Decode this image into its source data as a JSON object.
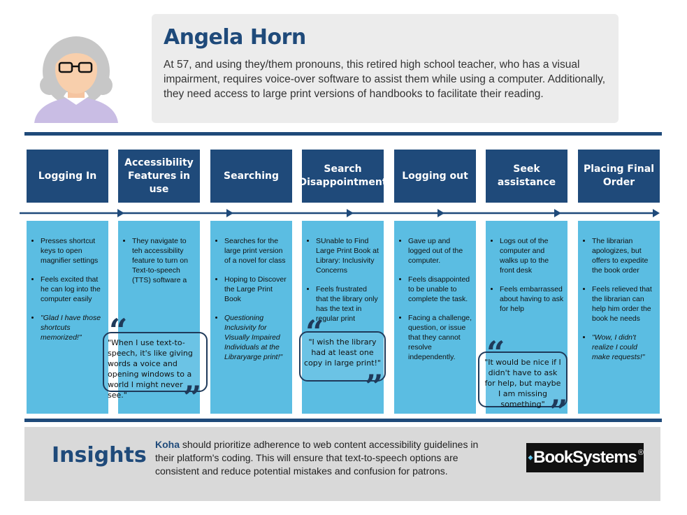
{
  "persona": {
    "name": "Angela Horn",
    "description": "At 57, and using they/them pronouns, this retired high school teacher, who has a visual impairment, requires voice-over software to assist them while using a computer. Additionally, they need access to large print versions of handbooks to facilitate their reading."
  },
  "stages": [
    {
      "label": "Logging In"
    },
    {
      "label": "Accessibility Features in use"
    },
    {
      "label": "Searching"
    },
    {
      "label": "Search Disappointment"
    },
    {
      "label": "Logging out"
    },
    {
      "label": "Seek assistance"
    },
    {
      "label": "Placing Final Order"
    }
  ],
  "columns": [
    {
      "items": [
        "Presses shortcut keys to open magnifier settings",
        "Feels excited that he can log into the computer easily",
        "\"Glad I have those shortcuts memorized!\""
      ]
    },
    {
      "items": [
        "They navigate to teh accessibility feature to turn on Text-to-speech (TTS) software a"
      ]
    },
    {
      "items": [
        "Searches for the large print version of a novel for class",
        "Hoping to Discover the Large Print Book",
        "Questioning Inclusivity for Visually Impaired Individuals at the Libraryarge print!\""
      ]
    },
    {
      "items": [
        "SUnable to Find Large Print Book at Library: Inclusivity Concerns",
        "Feels frustrated that the library only has the text in regular print"
      ]
    },
    {
      "items": [
        "Gave up and logged out of the computer.",
        "Feels disappointed to be unable to complete the task.",
        "Facing a challenge, question, or issue that they cannot resolve independently."
      ]
    },
    {
      "items": [
        "Logs out of the computer and walks up to the front desk",
        "Feels embarrassed about having to ask for help"
      ]
    },
    {
      "items": [
        "The librarian apologizes, but offers to expedite the book order",
        "Feels relieved that the librarian can help him order the book he needs",
        "\"Wow, I didn't realize I could make requests!\""
      ]
    }
  ],
  "quotes": {
    "accessibility": "\"When I use text-to-speech, it's like giving words a voice and opening windows to a world I might never see.\"",
    "search": "\"I wish the library had at least one copy in large print!\"",
    "assistance": "\"It would be nice if I didn't have to ask for help, but maybe I am missing something\""
  },
  "insights": {
    "title": "Insights",
    "brand": "Koha",
    "text": " should prioritize adherence to web content accessibility guidelines in their platform's coding. This will ensure that text-to-speech options are consistent and reduce potential mistakes and confusion for patrons."
  },
  "logo": {
    "text": "BookSystems",
    "mark": "®"
  },
  "colors": {
    "navy": "#1f4a7a",
    "sky": "#5bbde2",
    "gray": "#d9d9d9"
  }
}
